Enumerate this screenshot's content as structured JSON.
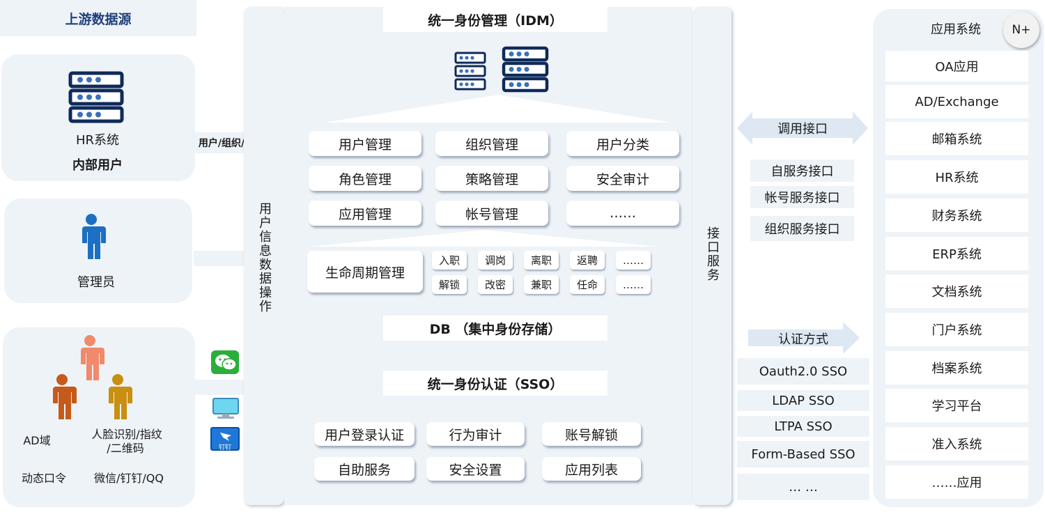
{
  "upstream": {
    "title": "上游数据源",
    "hr_label": "HR系统",
    "internal_users": "内部用户",
    "admin_label": "管理员",
    "ad_domain": "AD域",
    "face_line1": "人脸识别/指纹",
    "face_line2": "/二维码",
    "dynamic_token": "动态口令",
    "social": "微信/钉钉/QQ",
    "dingtalk_text": "钉钉"
  },
  "flow_label": "用户/组织/岗位",
  "user_data_ops": "用户信息数据操作",
  "idm": {
    "title": "统一身份管理（IDM）",
    "modules": [
      "用户管理",
      "组织管理",
      "用户分类",
      "角色管理",
      "策略管理",
      "安全审计",
      "应用管理",
      "帐号管理",
      "……"
    ],
    "lifecycle": "生命周期管理",
    "lifecycle_items": [
      "入职",
      "调岗",
      "离职",
      "返聘",
      "……",
      "解锁",
      "改密",
      "兼职",
      "任命",
      "……"
    ],
    "db": "DB （集中身份存储）"
  },
  "sso": {
    "title": "统一身份认证（SSO）",
    "items": [
      "用户登录认证",
      "行为审计",
      "账号解锁",
      "自助服务",
      "安全设置",
      "应用列表"
    ]
  },
  "interface_service": "接口服务",
  "interfaces": {
    "call_interface": "调用接口",
    "items": [
      "自服务接口",
      "帐号服务接口",
      "组织服务接口"
    ],
    "auth_method": "认证方式",
    "auth_items": [
      "Oauth2.0 SSO",
      "LDAP SSO",
      "LTPA SSO",
      "Form-Based SSO",
      "… …"
    ]
  },
  "apps": {
    "title": "应用系统",
    "badge": "N+",
    "items": [
      "OA应用",
      "AD/Exchange",
      "邮箱系统",
      "HR系统",
      "财务系统",
      "ERP系统",
      "文档系统",
      "门户系统",
      "档案系统",
      "学习平台",
      "准入系统",
      "……应用"
    ]
  },
  "colors": {
    "panel": "#eef3f8",
    "server_blue": "#1f3f7a",
    "person_blue": "#1d6fc2",
    "person_orange": "#c65a1a",
    "person_salmon": "#f08a6a",
    "person_gold": "#c98f10",
    "wechat_green": "#2aae3a",
    "arrow": "#dde8f3"
  }
}
